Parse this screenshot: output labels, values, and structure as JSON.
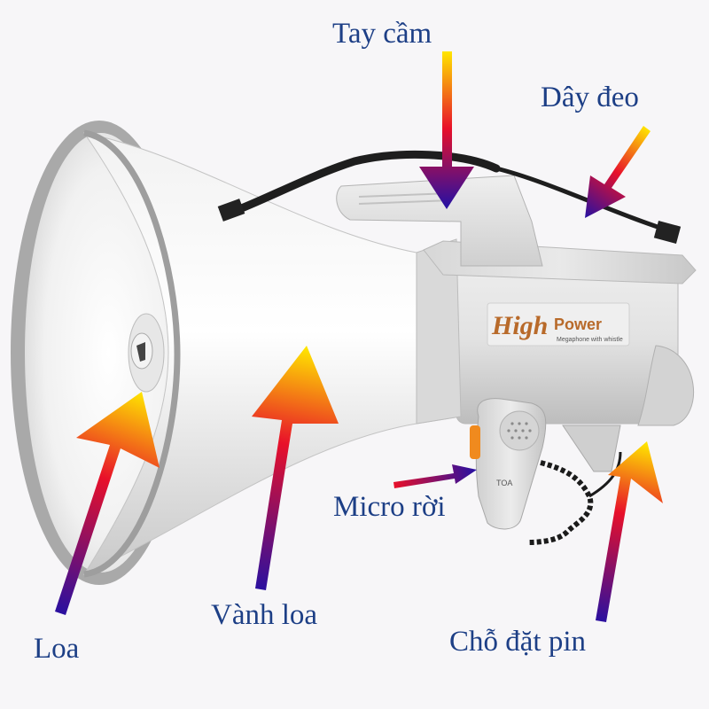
{
  "labels": {
    "handle": "Tay cầm",
    "strap": "Dây đeo",
    "mic": "Micro rời",
    "speaker": "Loa",
    "horn_rim": "Vành loa",
    "battery": "Chỗ đặt pin"
  },
  "product": {
    "brand_high": "High",
    "brand_power": "Power",
    "subtitle": "Megaphone with whistle",
    "maker_logo": "TOA",
    "mic_logo": "TOA"
  },
  "colors": {
    "label": "#1d3f86",
    "arrow_tail": "#2a10a0",
    "arrow_mid": "#e8102a",
    "arrow_head": "#ffe600",
    "body": "#e6e6e6",
    "rim": "#a7a7a7"
  }
}
